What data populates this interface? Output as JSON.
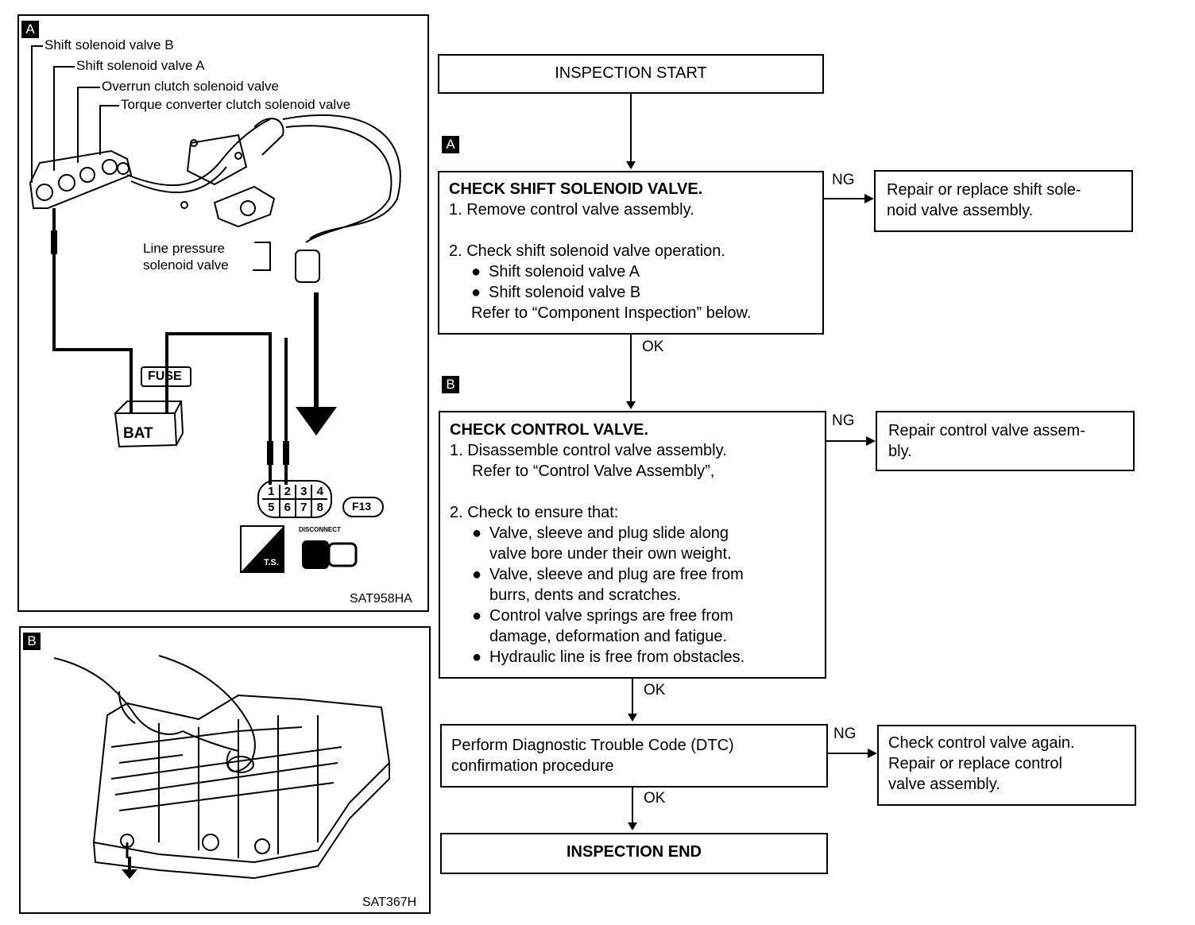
{
  "panel_a": {
    "tag": "A",
    "labels": {
      "shift_b": "Shift solenoid valve B",
      "shift_a": "Shift solenoid valve A",
      "overrun": "Overrun clutch solenoid valve",
      "tcc": "Torque converter clutch solenoid valve",
      "line_pressure_1": "Line pressure",
      "line_pressure_2": "solenoid valve",
      "fuse": "FUSE",
      "bat": "BAT",
      "connector_code": "F13",
      "disconnect": "DISCONNECT",
      "ts": "T.S."
    },
    "connector_pins": [
      "1",
      "2",
      "3",
      "4",
      "5",
      "6",
      "7",
      "8"
    ],
    "figure_code": "SAT958HA"
  },
  "panel_b": {
    "tag": "B",
    "figure_code": "SAT367H"
  },
  "flow": {
    "start": "INSPECTION START",
    "step_a": {
      "tag": "A",
      "title": "CHECK SHIFT SOLENOID VALVE.",
      "lines": [
        "1. Remove control valve assembly.",
        "",
        "2. Check shift solenoid valve operation."
      ],
      "bullets": [
        "Shift solenoid valve A",
        "Shift solenoid valve B"
      ],
      "ref": "Refer to “Component Inspection” below.",
      "ng_label": "NG",
      "ng_action": "Repair or replace shift sole-noid valve assembly.",
      "ng_action_lines": [
        "Repair or replace shift sole-",
        "noid valve assembly."
      ],
      "ok_label": "OK"
    },
    "step_b": {
      "tag": "B",
      "title": "CHECK CONTROL VALVE.",
      "line1": "1. Disassemble control valve assembly.",
      "line2": "Refer to “Control Valve Assembly”,",
      "line3": "2. Check to ensure that:",
      "bullets": [
        [
          "Valve, sleeve and plug slide along",
          "valve bore under their own weight."
        ],
        [
          "Valve, sleeve and plug are free from",
          "burrs, dents and scratches."
        ],
        [
          "Control valve springs are free from",
          "damage, deformation and fatigue."
        ],
        [
          "Hydraulic line is free from obstacles."
        ]
      ],
      "ng_label": "NG",
      "ng_action_lines": [
        "Repair control valve assem-",
        "bly."
      ],
      "ok_label": "OK"
    },
    "step_c": {
      "lines": [
        "Perform Diagnostic Trouble Code (DTC)",
        "confirmation procedure"
      ],
      "ng_label": "NG",
      "ng_action_lines": [
        "Check control valve again.",
        "Repair or replace control",
        "valve assembly."
      ],
      "ok_label": "OK"
    },
    "end": "INSPECTION END"
  }
}
